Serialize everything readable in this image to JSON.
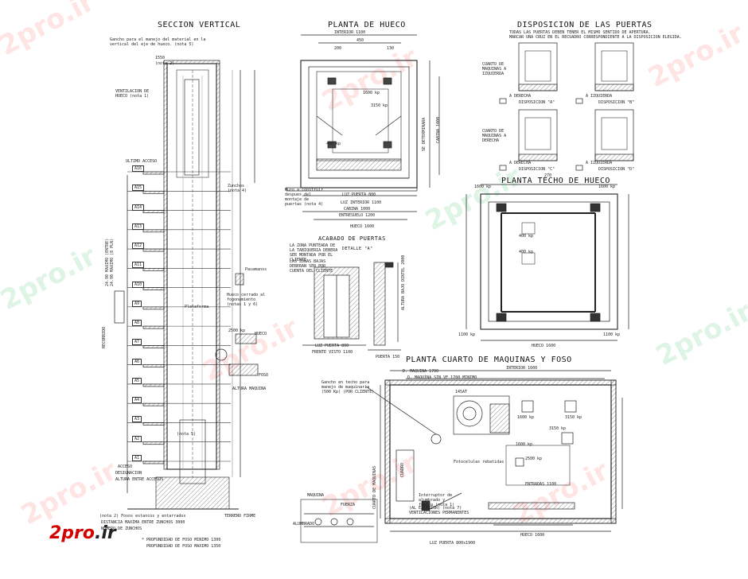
{
  "watermark": "2pro.ir",
  "logo": {
    "text": "2pro",
    "tld": ".ir"
  },
  "titles": {
    "seccion_vertical": "SECCION VERTICAL",
    "planta_hueco": "PLANTA DE HUECO",
    "disposicion_puertas": "DISPOSICION DE LAS PUERTAS",
    "planta_techo": "PLANTA TECHO DE HUECO",
    "acabado_puertas": "ACABADO DE PUERTAS",
    "detalle_a": "DETALLE \"A\"",
    "planta_maquinas": "PLANTA CUARTO DE MAQUINAS Y FOSO"
  },
  "section": {
    "notes": {
      "top": "Gancho para el manejo del material en la vertical del eje de hueco. (nota 5)",
      "ventilacion": "VENTILACION DE HUECO (nota 1)",
      "ultimo_acceso": "ULTIMO ACCESO",
      "pasamanos": "Pasamanos",
      "hueco_cerrado": "Hueco cerrado al fogonamiento (notas 1 y 6)",
      "hueco": "HUECO",
      "foso": "FOSO",
      "altura_maquina": "ALTURA MAQUINA",
      "acceso": "ACCESO",
      "designacion": "DESIGNACION",
      "altura_entre": "ALTURA ENTRE ACCESOS",
      "terreno": "TERRENO FIRME",
      "nota2": "(nota 2) Fosos estancos y entarrados",
      "distancia": "DISTANCIA MAXIMA ENTRE ZUNCHOS 3000",
      "numero": "NUMERO DE ZUNCHOS",
      "profundidad": "* PROFUNDIDAD DE FOSO MINIMO 1300",
      "profundidad2": "PROFUNDIDAD DE FOSO MAXIMO 1350",
      "recorrido": "RECORRIDO",
      "recorrido_total": "24.90 MAXIMO (ENTRE)",
      "recorrido_max": "24.90 MAXIMO (8 PLN)",
      "carga": "2500 kp",
      "zunchos": "Zunchos (nota 4)",
      "plataforma": "Plataforma",
      "nota5": "(nota 5)",
      "cota_sup": "1550",
      "cota_sup2": "(nota 2)"
    },
    "levels": [
      "A16",
      "A15",
      "A14",
      "A13",
      "A12",
      "A11",
      "A10",
      "A9",
      "A8",
      "A7",
      "A6",
      "A5",
      "A4",
      "A3",
      "A2",
      "A1"
    ]
  },
  "plan": {
    "top_dims": [
      "INTERIOR 1100",
      "450",
      "200",
      "130"
    ],
    "notes": [
      "Muro a construir despues del montaje de puertas (nota 4)",
      "LUZ PUERTA 800",
      "LUZ INTERIOR 1100",
      "CABINA 1000",
      "ENTRESUELO 1200",
      "HUECO 1600"
    ],
    "labels": [
      "1600 kp",
      "3150 kp",
      "400 kp",
      "SE DETERMINARA",
      "CABINA 1000"
    ]
  },
  "doors": {
    "notes": [
      "TODAS LAS PUERTAS DEBEN TENER EL MISMO SENTIDO DE APERTURA.",
      "MARCAR UNA CRUZ EN EL RECUADRO CORRESPONDIENTE A LA DISPOSICION ELEGIDA."
    ],
    "cuarto_izq": "CUARTO DE MAQUINAS A IZQUIERDA",
    "cuarto_der": "CUARTO DE MAQUINAS A DERECHA",
    "a_derecha": "A DERECHA",
    "a_izquierda": "A IZQUIERDA",
    "disp_a": "DISPOSICION \"A\"",
    "disp_b": "DISPOSICION \"B\"",
    "disp_c": "DISPOSICION \"C\"",
    "disp_d": "DISPOSICION \"D\""
  },
  "roof": {
    "dims": [
      "1600 kp",
      "270",
      "1600 kp",
      "1100 kp",
      "HUECO 1600",
      "1100 kp",
      "400 kp",
      "400 kp"
    ]
  },
  "finish": {
    "notes": [
      "LA ZONA PUNTEADA DE LA TABIQUERIA DEBERA SER MONTADA POR EL CLIENTE",
      "LAS ZONAS BAJAS DEBERAN SER POR CUENTA DEL CLIENTE"
    ],
    "luz_puerta": "LUZ PUERTA 800",
    "frente_vista": "FRENTE VISTO 1100",
    "puerta": "PUERTA 150",
    "altura_bajo": "ALTURA BAJO DINTEL 2000"
  },
  "machine": {
    "dims": [
      "INTERIOR 1600",
      "D. MAQUINA 1700",
      "D. MAQUINA SIN VF 1700 MINIMO",
      "ENTRADAS 1100",
      "HUECO 1600",
      "LUZ PUERTA 800x1900"
    ],
    "notes": [
      "Gancho en techo para manejo de maquinaria (500 Kp) (POR CLIENTE)",
      "Fotocelulas rebatidas",
      "Interruptor de alumbrado y fuerza (nota 1)",
      "(AL EXTERIOR) (nota 7)",
      "VENTILACIONES PERMANENTES",
      "CUADRO",
      "CUARTO DE MAQUINAS",
      "145AT",
      "ALUMBRADO",
      "FUERZA",
      "MAQUINA"
    ],
    "kp": [
      "1600 kp",
      "3150 kp",
      "1600 kp",
      "3150 kp",
      "2500 kp"
    ]
  }
}
